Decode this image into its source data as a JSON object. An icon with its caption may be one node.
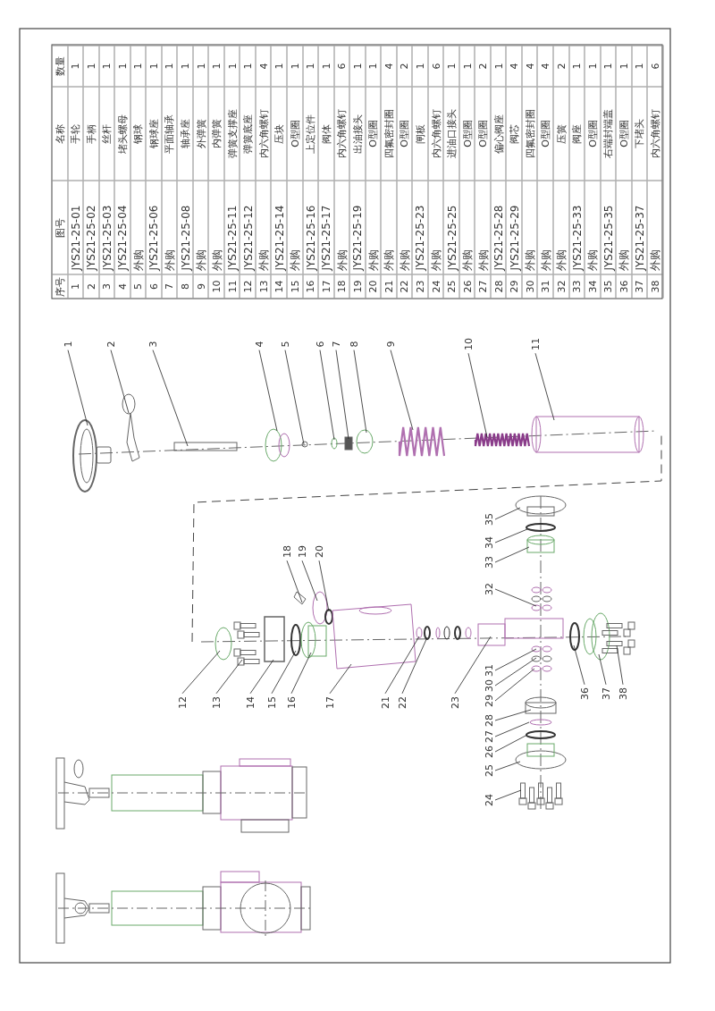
{
  "diagram": {
    "nodes": [
      {
        "text": [
          "1"
        ]
      },
      {
        "text": [
          "2"
        ]
      },
      {
        "text": [
          "3"
        ]
      },
      {
        "text": [
          "4"
        ]
      },
      {
        "text": [
          "5"
        ]
      },
      {
        "text": [
          "6"
        ]
      },
      {
        "text": [
          "7"
        ]
      },
      {
        "text": [
          "8"
        ]
      },
      {
        "text": [
          "9"
        ]
      },
      {
        "text": [
          "10"
        ]
      },
      {
        "text": [
          "11"
        ]
      },
      {
        "text": [
          "12"
        ]
      },
      {
        "text": [
          "13"
        ]
      },
      {
        "text": [
          "14"
        ]
      },
      {
        "text": [
          "15"
        ]
      },
      {
        "text": [
          "16"
        ]
      },
      {
        "text": [
          "17"
        ]
      },
      {
        "text": [
          "18"
        ]
      },
      {
        "text": [
          "19"
        ]
      },
      {
        "text": [
          "20"
        ]
      },
      {
        "text": [
          "21"
        ]
      },
      {
        "text": [
          "22"
        ]
      },
      {
        "text": [
          "23"
        ]
      },
      {
        "text": [
          "24"
        ]
      },
      {
        "text": [
          "25"
        ]
      },
      {
        "text": [
          "26"
        ]
      },
      {
        "text": [
          "27"
        ]
      },
      {
        "text": [
          "28"
        ]
      },
      {
        "text": [
          "29"
        ]
      },
      {
        "text": [
          "30"
        ]
      },
      {
        "text": [
          "31"
        ]
      },
      {
        "text": [
          "32"
        ]
      },
      {
        "text": [
          "33"
        ]
      },
      {
        "text": [
          "34"
        ]
      },
      {
        "text": [
          "35"
        ]
      },
      {
        "text": [
          "36"
        ]
      },
      {
        "text": [
          "37"
        ]
      },
      {
        "text": [
          "38"
        ]
      }
    ],
    "edges": [
      {
        "from": 0,
        "to": null,
        "arrow": "none"
      },
      {
        "from": 1,
        "to": null,
        "arrow": "none"
      },
      {
        "from": 2,
        "to": null,
        "arrow": "none"
      },
      {
        "from": 3,
        "to": null,
        "arrow": "none"
      },
      {
        "from": 4,
        "to": null,
        "arrow": "none"
      },
      {
        "from": 5,
        "to": null,
        "arrow": "none"
      },
      {
        "from": 6,
        "to": null,
        "arrow": "none"
      },
      {
        "from": 7,
        "to": null,
        "arrow": "none"
      },
      {
        "from": 8,
        "to": null,
        "arrow": "none"
      },
      {
        "from": 9,
        "to": null,
        "arrow": "none"
      },
      {
        "from": 10,
        "to": null,
        "arrow": "none"
      },
      {
        "from": 11,
        "to": null,
        "arrow": "none"
      },
      {
        "from": 12,
        "to": null,
        "arrow": "none"
      },
      {
        "from": 13,
        "to": null,
        "arrow": "none"
      },
      {
        "from": 14,
        "to": null,
        "arrow": "none"
      },
      {
        "from": 15,
        "to": null,
        "arrow": "none"
      },
      {
        "from": 16,
        "to": null,
        "arrow": "none"
      },
      {
        "from": 17,
        "to": null,
        "arrow": "none"
      },
      {
        "from": 18,
        "to": null,
        "arrow": "none"
      },
      {
        "from": 19,
        "to": null,
        "arrow": "none"
      },
      {
        "from": 20,
        "to": null,
        "arrow": "none"
      },
      {
        "from": 21,
        "to": null,
        "arrow": "none"
      },
      {
        "from": 22,
        "to": null,
        "arrow": "none"
      },
      {
        "from": 23,
        "to": null,
        "arrow": "none"
      },
      {
        "from": 24,
        "to": null,
        "arrow": "none"
      },
      {
        "from": 25,
        "to": null,
        "arrow": "none"
      },
      {
        "from": 26,
        "to": null,
        "arrow": "none"
      },
      {
        "from": 27,
        "to": null,
        "arrow": "none"
      },
      {
        "from": 28,
        "to": null,
        "arrow": "none"
      },
      {
        "from": 29,
        "to": null,
        "arrow": "none"
      },
      {
        "from": 30,
        "to": null,
        "arrow": "none"
      },
      {
        "from": 31,
        "to": null,
        "arrow": "none"
      },
      {
        "from": 32,
        "to": null,
        "arrow": "none"
      },
      {
        "from": 33,
        "to": null,
        "arrow": "none"
      },
      {
        "from": 34,
        "to": null,
        "arrow": "none"
      },
      {
        "from": 35,
        "to": null,
        "arrow": "none"
      },
      {
        "from": 36,
        "to": null,
        "arrow": "none"
      },
      {
        "from": 37,
        "to": null,
        "arrow": "none"
      }
    ],
    "labels": [
      "序号",
      "图号",
      "名称",
      "数量",
      "1",
      "JYS21-25-01",
      "手轮",
      "1",
      "2",
      "JYS21-25-02",
      "手柄",
      "1",
      "3",
      "JYS21-25-03",
      "丝杆",
      "1",
      "4",
      "JYS21-25-04",
      "堵头螺母",
      "1",
      "5",
      "外购",
      "钢球",
      "1",
      "6",
      "JYS21-25-06",
      "钢球座",
      "1",
      "7",
      "外购",
      "平面轴承",
      "1",
      "8",
      "JYS21-25-08",
      "轴承座",
      "1",
      "9",
      "外购",
      "外弹簧",
      "1",
      "10",
      "外购",
      "内弹簧",
      "1",
      "11",
      "JYS21-25-11",
      "弹簧支撑座",
      "1",
      "12",
      "JYS21-25-12",
      "弹簧底座",
      "1",
      "13",
      "外购",
      "内六角螺钉",
      "4",
      "14",
      "JYS21-25-14",
      "压块",
      "1",
      "15",
      "外购",
      "O型圈",
      "1",
      "16",
      "JYS21-25-16",
      "上定位件",
      "1",
      "17",
      "JYS21-25-17",
      "阀体",
      "1",
      "18",
      "外购",
      "内六角螺钉",
      "6",
      "19",
      "JYS21-25-19",
      "出油接头",
      "1",
      "20",
      "外购",
      "O型圈",
      "1",
      "21",
      "外购",
      "四氟密封圈",
      "4",
      "22",
      "外购",
      "O型圈",
      "2",
      "23",
      "JYS21-25-23",
      "闸板",
      "1",
      "24",
      "外购",
      "内六角螺钉",
      "6",
      "25",
      "JYS21-25-25",
      "进油口接头",
      "1",
      "26",
      "外购",
      "O型圈",
      "1",
      "27",
      "外购",
      "O型圈",
      "2",
      "28",
      "JYS21-25-28",
      "偏心阀座",
      "1",
      "29",
      "JYS21-25-29",
      "阀芯",
      "4",
      "30",
      "外购",
      "四氟密封圈",
      "4",
      "31",
      "外购",
      "O型圈",
      "4",
      "32",
      "外购",
      "压簧",
      "2",
      "33",
      "JYS21-25-33",
      "阀座",
      "1",
      "34",
      "外购",
      "O型圈",
      "1",
      "35",
      "JYS21-25-35",
      "右端封端盖",
      "1",
      "36",
      "外购",
      "O型圈",
      "1",
      "37",
      "JYS21-25-37",
      "下堵头",
      "1",
      "38",
      "外购",
      "内六角螺钉",
      "6"
    ]
  }
}
